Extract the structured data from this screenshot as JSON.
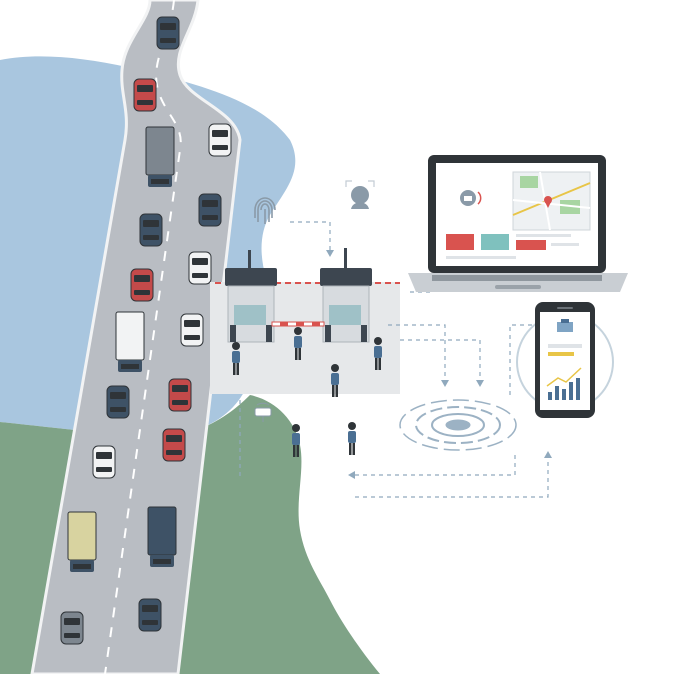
{
  "scene": {
    "palette": {
      "water": "#a9c6df",
      "land": "#7fa387",
      "road": "#b9bdc3",
      "road_edge": "#f2f3f4",
      "plaza": "#e6e8ea",
      "booth_roof": "#3d4650",
      "booth_glass": "#9fc1c7",
      "dash": "#90a9bd",
      "laptop_frame": "#2f3438",
      "laptop_base": "#c9ced3",
      "accent_red": "#d9534f",
      "accent_teal": "#7fc1be",
      "accent_yellow": "#e8c547",
      "map_green": "#a8d5a2",
      "person_blue": "#4a6f93"
    },
    "icons": {
      "fingerprint": "fingerprint-icon",
      "face": "face-recognition-icon",
      "signal": "wireless-signal-icon",
      "car": "car-icon",
      "truck": "truck-icon",
      "laptop": "laptop-icon",
      "phone": "smartphone-icon",
      "map_pin": "map-pin-icon",
      "chart": "bar-chart-icon"
    },
    "vehicles_left_lane": [
      "car-red",
      "truck-gray",
      "car-navy",
      "car-red",
      "truck-white",
      "car-navy",
      "car-white",
      "truck-yellow",
      "car-gray"
    ],
    "vehicles_right_lane": [
      "car-navy",
      "car-white",
      "car-navy",
      "car-white",
      "car-white",
      "car-red",
      "car-red",
      "truck-navy",
      "car-navy"
    ]
  }
}
